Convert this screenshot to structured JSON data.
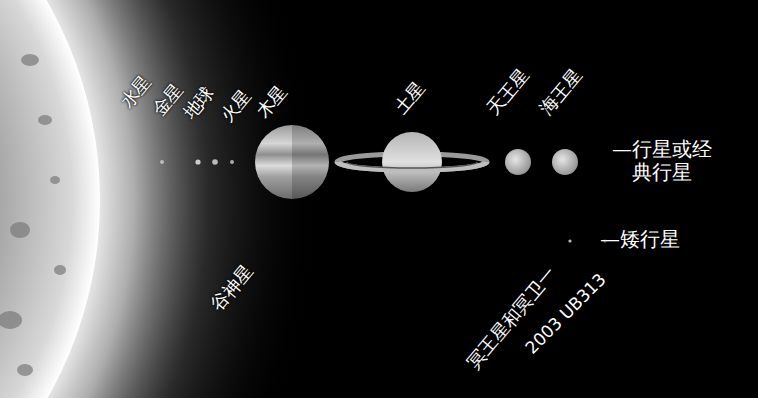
{
  "diagram": {
    "labels": [
      "水星",
      "金星",
      "地球",
      "火星",
      "木星",
      "土星",
      "天王星",
      "海王星",
      "—行星或经典行星",
      "—矮行星",
      "谷神星",
      "冥王星和冥卫一",
      "2003 UB313"
    ]
  }
}
